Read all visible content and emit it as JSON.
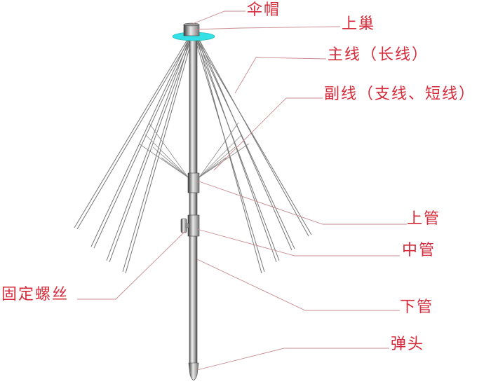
{
  "diagram": {
    "subject": "umbrella-type antenna / rod assembly",
    "label_color": "#d42a3a",
    "leader_line_color": "#c98a90",
    "hub_disc_color": "#33e0e6",
    "labels": [
      {
        "id": "cap",
        "text": "伞帽"
      },
      {
        "id": "top_nest",
        "text": "上巢"
      },
      {
        "id": "main_wire",
        "text": "主线（长线）"
      },
      {
        "id": "sub_wire",
        "text": "副线（支线、短线）"
      },
      {
        "id": "upper_tube",
        "text": "上管"
      },
      {
        "id": "middle_tube",
        "text": "中管"
      },
      {
        "id": "fix_screw",
        "text": "固定螺丝"
      },
      {
        "id": "lower_tube",
        "text": "下管"
      },
      {
        "id": "bullet_tip",
        "text": "弹头"
      }
    ]
  }
}
